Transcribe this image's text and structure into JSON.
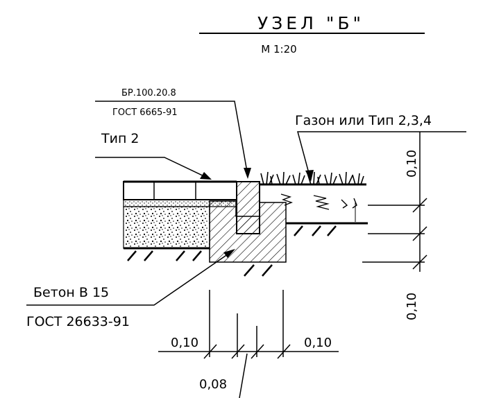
{
  "title": {
    "main": "УЗЕЛ \"Б\"",
    "scale": "М 1:20"
  },
  "labels": {
    "curb_code": "БР.100.20.8",
    "curb_gost": "ГОСТ 6665-91",
    "paving_type": "Тип 2",
    "lawn": "Газон или Тип 2,3,4",
    "concrete": "Бетон В 15",
    "concrete_gost": "ГОСТ 26633-91"
  },
  "dimensions": {
    "left_width": "0,10",
    "right_width": "0,10",
    "middle_width": "0,08",
    "top_height": "0,10",
    "bottom_height": "0,10"
  }
}
